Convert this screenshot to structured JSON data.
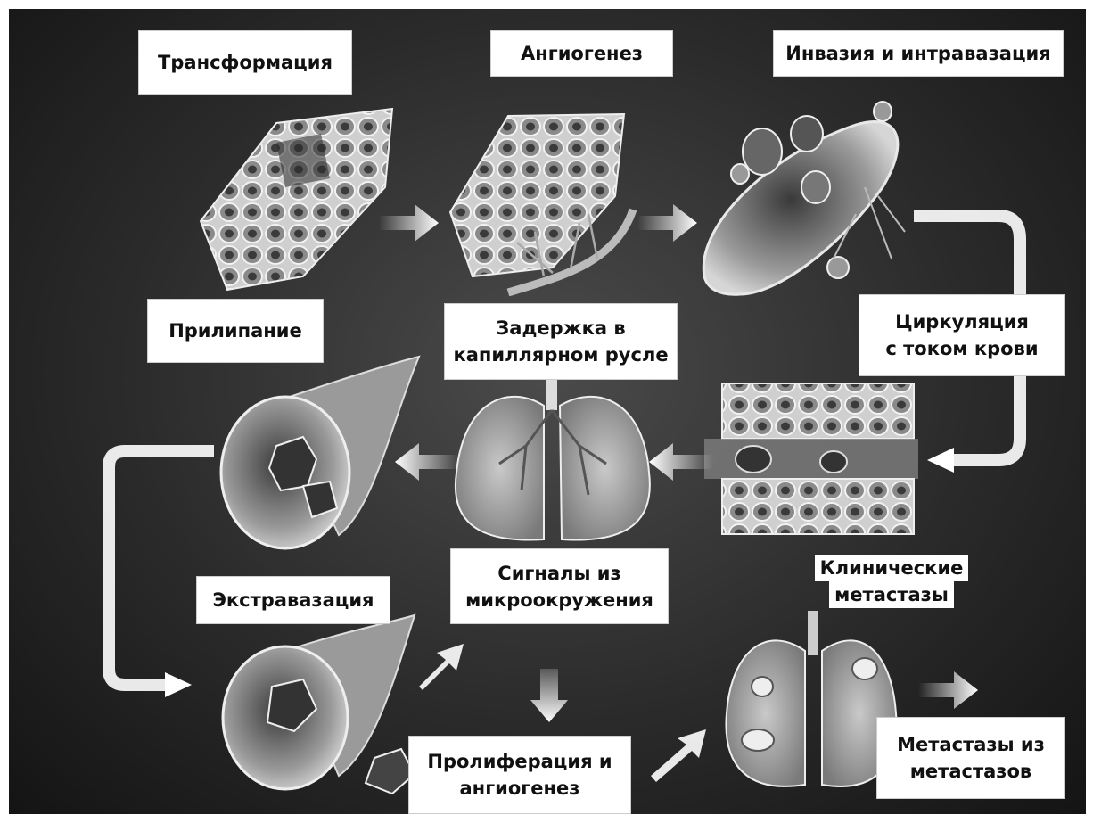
{
  "stages": {
    "transformation": "Трансформация",
    "angiogenesis": "Ангиогенез",
    "invasion": "Инвазия и интравазация",
    "circulation": [
      "Циркуляция",
      "с током крови"
    ],
    "arrest": [
      "Задержка в",
      "капиллярном русле"
    ],
    "adhesion": "Прилипание",
    "extravasation": "Экстравазация",
    "signals": [
      "Сигналы из",
      "микроокружения"
    ],
    "clinical": [
      "Клинические",
      "метастазы"
    ],
    "proliferation": [
      "Пролиферация и",
      "ангиогенез"
    ],
    "metastases_of_metastases": [
      "Метастазы из",
      "метастазов"
    ]
  },
  "colors": {
    "background": "#2e2e2e",
    "arrow": "#ffffff",
    "label_bg": "#ffffff"
  }
}
